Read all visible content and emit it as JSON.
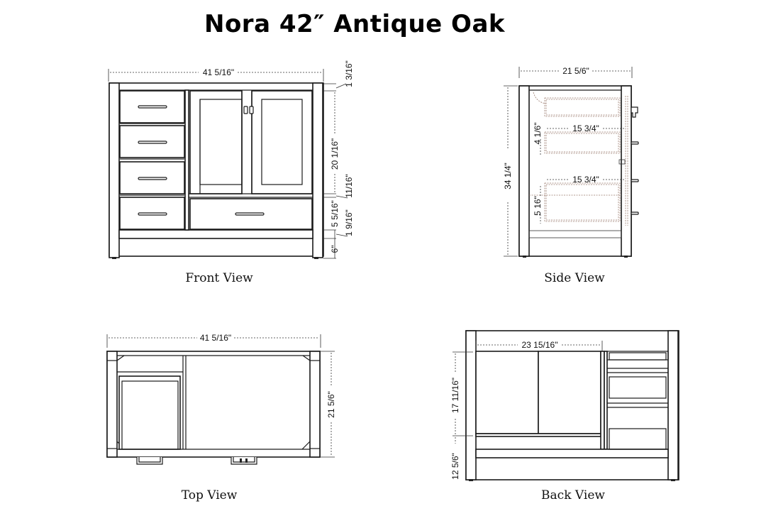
{
  "title": "Nora 42″ Antique Oak",
  "views": {
    "front": {
      "caption": "Front View",
      "dims": {
        "width": "41 5/16\"",
        "top_rail": "1 3/16\"",
        "door_height": "20 1/16\"",
        "mid_rail": "11/16\"",
        "bottom_drawer": "5 5/16\"",
        "bottom_rail": "1 9/16\"",
        "leg": "6\""
      }
    },
    "side": {
      "caption": "Side View",
      "dims": {
        "depth": "21 5/6\"",
        "height": "34 1/4\"",
        "upper_drawer_depth": "15 3/4\"",
        "upper_drawer_height": "4 1/6\"",
        "lower_drawer_depth": "15 3/4\"",
        "lower_drawer_height": "5 16\""
      }
    },
    "top": {
      "caption": "Top View",
      "dims": {
        "width": "41 5/16\"",
        "depth": "21 5/6\""
      }
    },
    "back": {
      "caption": "Back View",
      "dims": {
        "opening_width": "23 15/16\"",
        "opening_height": "17 11/16\"",
        "base_height": "12 5/6\""
      }
    }
  }
}
